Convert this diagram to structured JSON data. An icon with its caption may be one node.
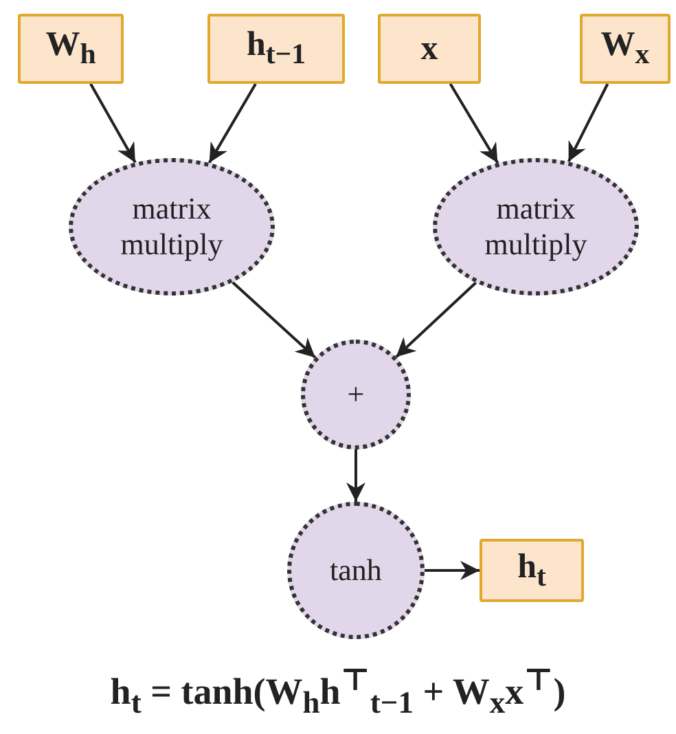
{
  "diagram": {
    "caption": "h$_{t}$ = tanh(W$_{h}$h$^{⊤}$$_{t−1}$ + W$_{x}$x$^{⊤}$)",
    "nodes": [
      {
        "text": [
          "W$_{h}$"
        ]
      },
      {
        "text": [
          "h$_{t−1}$"
        ]
      },
      {
        "text": [
          "x"
        ]
      },
      {
        "text": [
          "W$_{x}$"
        ]
      },
      {
        "text": [
          "matrix multiply"
        ]
      },
      {
        "text": [
          "matrix multiply"
        ]
      },
      {
        "text": [
          "+"
        ]
      },
      {
        "text": [
          "tanh"
        ]
      },
      {
        "text": [
          "h$_{t}$"
        ]
      }
    ],
    "edges": [
      {
        "from": 0,
        "to": 4,
        "arrow": "to"
      },
      {
        "from": 1,
        "to": 4,
        "arrow": "to"
      },
      {
        "from": 2,
        "to": 5,
        "arrow": "to"
      },
      {
        "from": 3,
        "to": 5,
        "arrow": "to"
      },
      {
        "from": 4,
        "to": 6,
        "arrow": "to"
      },
      {
        "from": 5,
        "to": 6,
        "arrow": "to"
      },
      {
        "from": 6,
        "to": 7,
        "arrow": "to"
      },
      {
        "from": 7,
        "to": 8,
        "arrow": "to"
      }
    ]
  }
}
